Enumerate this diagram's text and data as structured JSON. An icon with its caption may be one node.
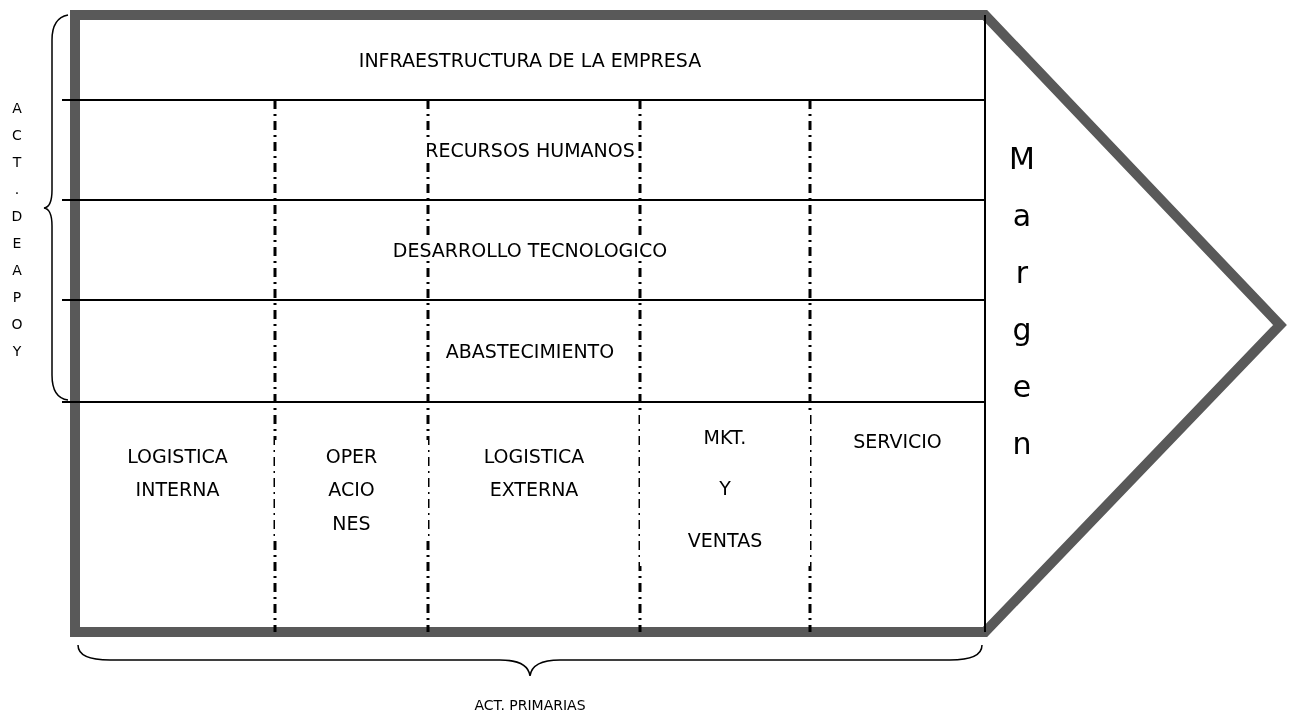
{
  "diagram": {
    "nodes": [
      {
        "text": [
          "INFRAESTRUCTURA DE LA EMPRESA"
        ]
      },
      {
        "text": [
          "RECURSOS HUMANOS"
        ]
      },
      {
        "text": [
          "DESARROLLO TECNOLOGICO"
        ]
      },
      {
        "text": [
          "ABASTECIMIENTO"
        ]
      },
      {
        "text": [
          "LOGISTICA INTERNA"
        ]
      },
      {
        "text": [
          "OPER ACIO NES"
        ]
      },
      {
        "text": [
          "LOGISTICA EXTERNA"
        ]
      },
      {
        "text": [
          "MKT. Y VENTAS"
        ]
      },
      {
        "text": [
          "SERVICIO"
        ]
      },
      {
        "text": [
          "M a r g e n"
        ]
      }
    ],
    "labels": [
      "A C T . D E A P O Y",
      "ACT. PRIMARIAS"
    ]
  }
}
